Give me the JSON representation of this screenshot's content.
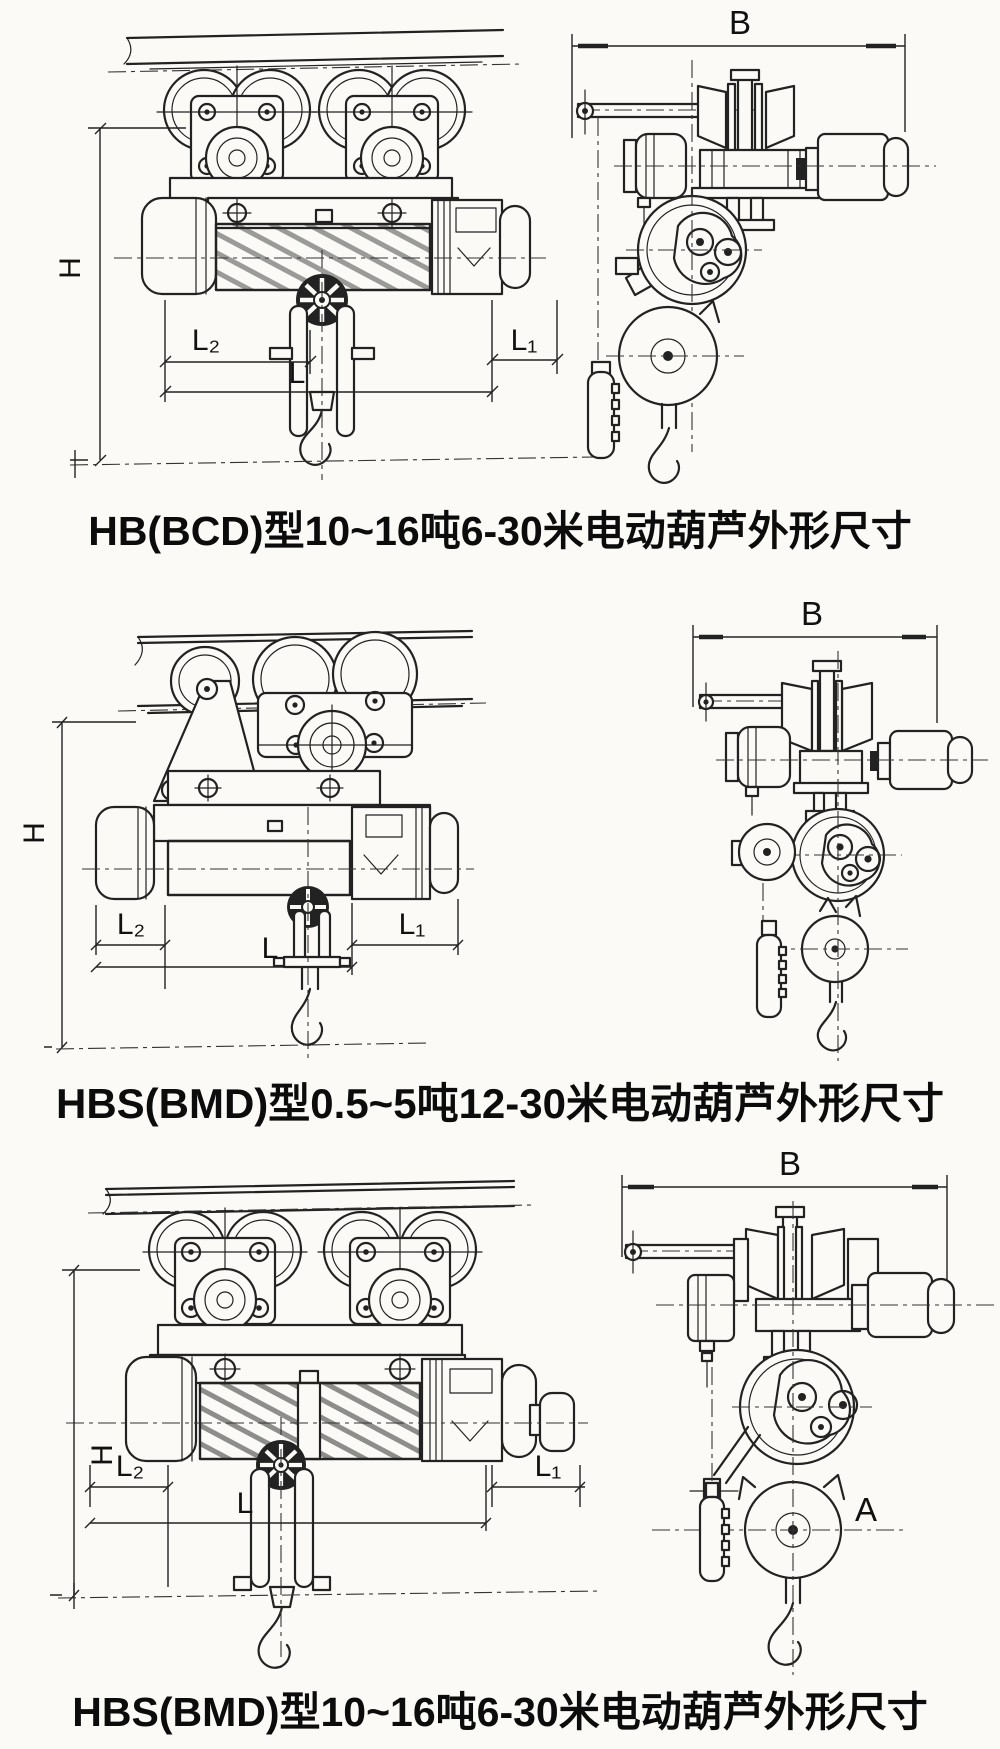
{
  "page": {
    "background": "#fbfaf7",
    "ink": "#222222"
  },
  "figures": [
    {
      "caption": "HB(BCD)型10~16吨6-30米电动葫芦外形尺寸",
      "labels": {
        "H": "H",
        "L2": "L₂",
        "L": "L",
        "L1": "L₁",
        "B": "B"
      }
    },
    {
      "caption": "HBS(BMD)型0.5~5吨12-30米电动葫芦外形尺寸",
      "labels": {
        "H": "H",
        "L2": "L₂",
        "L": "L",
        "L1": "L₁",
        "B": "B"
      }
    },
    {
      "caption": "HBS(BMD)型10~16吨6-30米电动葫芦外形尺寸",
      "labels": {
        "H": "H",
        "L2": "L₂",
        "L": "L",
        "L1": "L₁",
        "B": "B",
        "A": "A"
      }
    }
  ]
}
